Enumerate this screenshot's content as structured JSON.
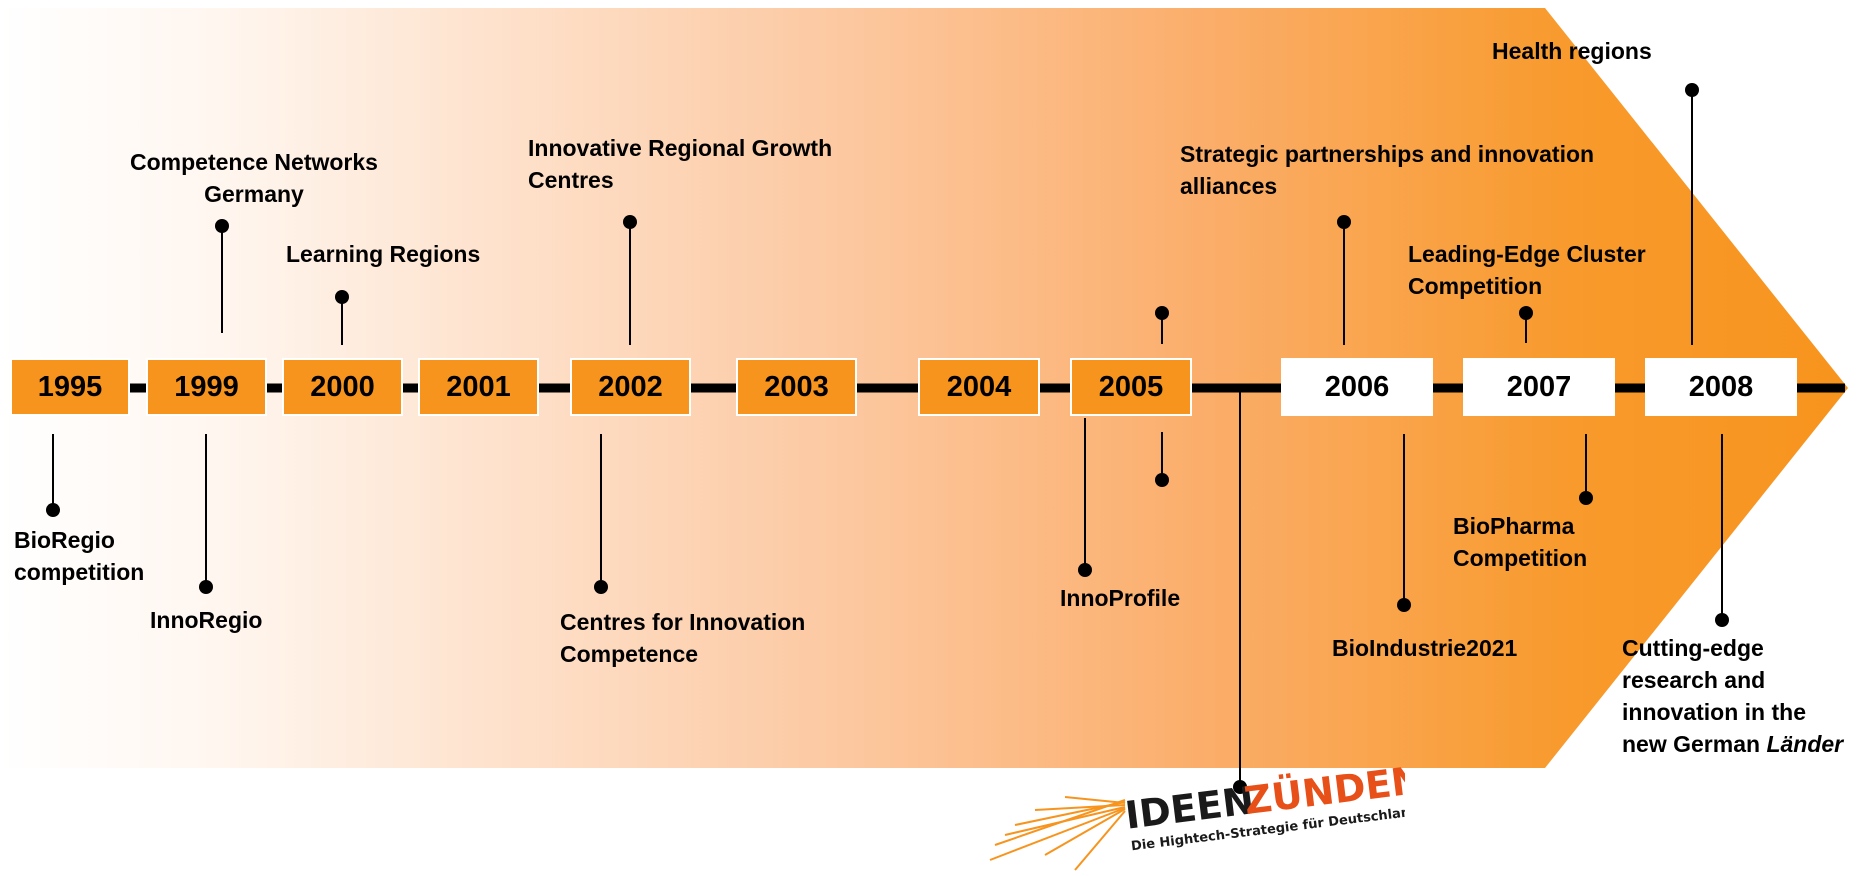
{
  "colors": {
    "accent": "#f7941d",
    "line": "#000000",
    "box_white": "#ffffff",
    "logo_red": "#e8501a"
  },
  "years": [
    "1995",
    "1999",
    "2000",
    "2001",
    "2002",
    "2003",
    "2004",
    "2005",
    "2006",
    "2007",
    "2008"
  ],
  "labels": {
    "bioregio": "BioRegio\ncompetition",
    "competence_networks": "Competence Networks\nGermany",
    "innoregio": "InnoRegio",
    "learning_regions": "Learning Regions",
    "innovative_regional": "Innovative Regional Growth\nCentres",
    "centres_innovation": "Centres for Innovation\nCompetence",
    "innoprofile": "InnoProfile",
    "strategic_partnerships": "Strategic partnerships and innovation\nalliances",
    "bioindustrie": "BioIndustrie2021",
    "leading_edge": "Leading-Edge Cluster\nCompetition",
    "biopharma": "BioPharma\nCompetition",
    "health_regions": "Health regions",
    "cutting_edge_line1": "Cutting-edge",
    "cutting_edge_line2": "research and",
    "cutting_edge_line3": "innovation in the",
    "cutting_edge_line4a": "new German ",
    "cutting_edge_line4b": "Länder"
  },
  "logo": {
    "title_part1": "IDEEN",
    "title_part2": "ZÜNDEN!",
    "subtitle": "Die Hightech-Strategie für Deutschland"
  }
}
